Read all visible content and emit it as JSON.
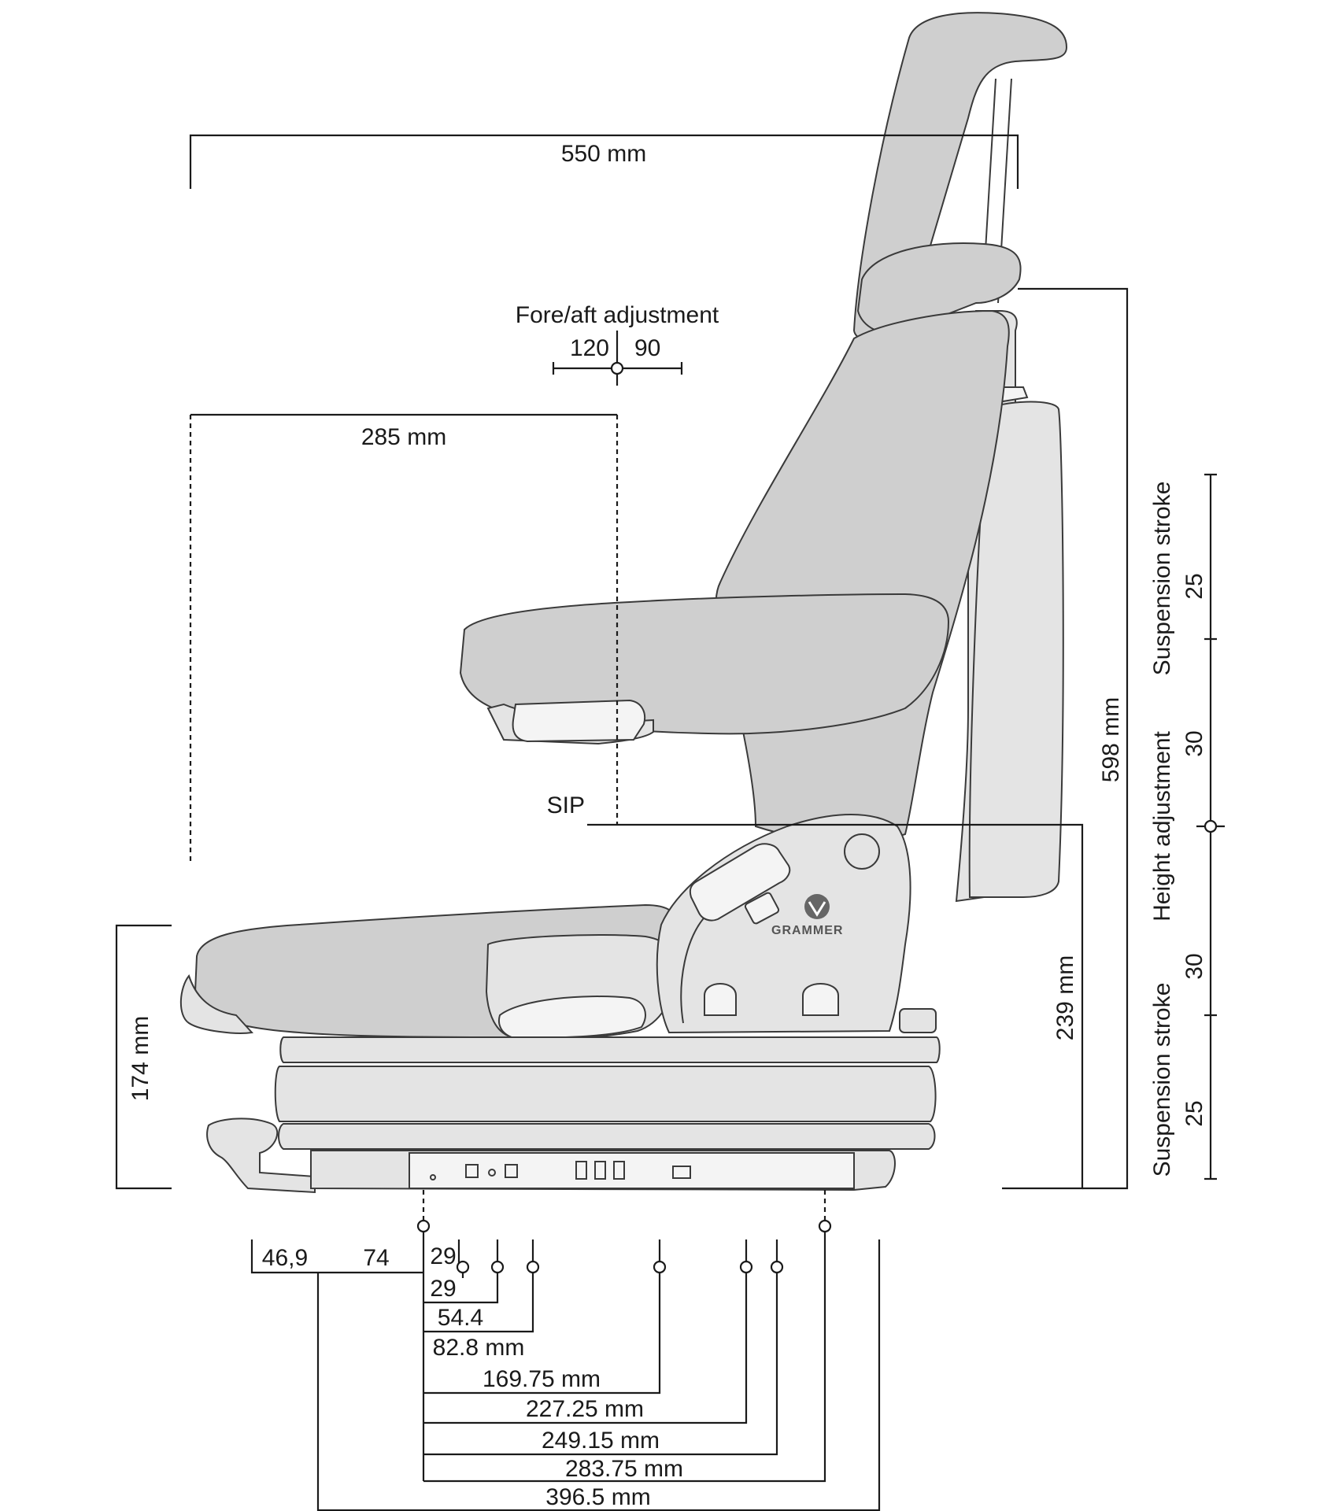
{
  "dimensions": {
    "overall_depth": "550 mm",
    "fore_aft_title": "Fore/aft adjustment",
    "fore_aft_back": "120",
    "fore_aft_front": "90",
    "sip_offset": "285 mm",
    "sip_label": "SIP",
    "seat_height": "174 mm",
    "sip_height": "239 mm",
    "overall_height": "598 mm",
    "suspension_stroke_upper_label": "Suspension stroke",
    "suspension_stroke_upper_value": "25",
    "height_adjustment_label": "Height adjustment",
    "height_adjustment_upper_value": "30",
    "height_adjustment_lower_value": "30",
    "suspension_stroke_lower_label": "Suspension stroke",
    "suspension_stroke_lower_value": "25"
  },
  "mounting": {
    "left_46_9": "46,9",
    "left_74": "74",
    "hole_29_a": "29",
    "hole_29_b": "29",
    "hole_54_4": "54.4",
    "hole_82_8": "82.8 mm",
    "hole_169_75": "169.75 mm",
    "hole_227_25": "227.25 mm",
    "hole_249_15": "249.15 mm",
    "hole_283_75": "283.75 mm",
    "hole_396_5": "396.5 mm"
  },
  "brand": {
    "logo_text": "GRAMMER"
  },
  "colors": {
    "upholstery": "#cfcfcf",
    "frame": "#e4e4e4",
    "lines": "#1a1a1a"
  }
}
